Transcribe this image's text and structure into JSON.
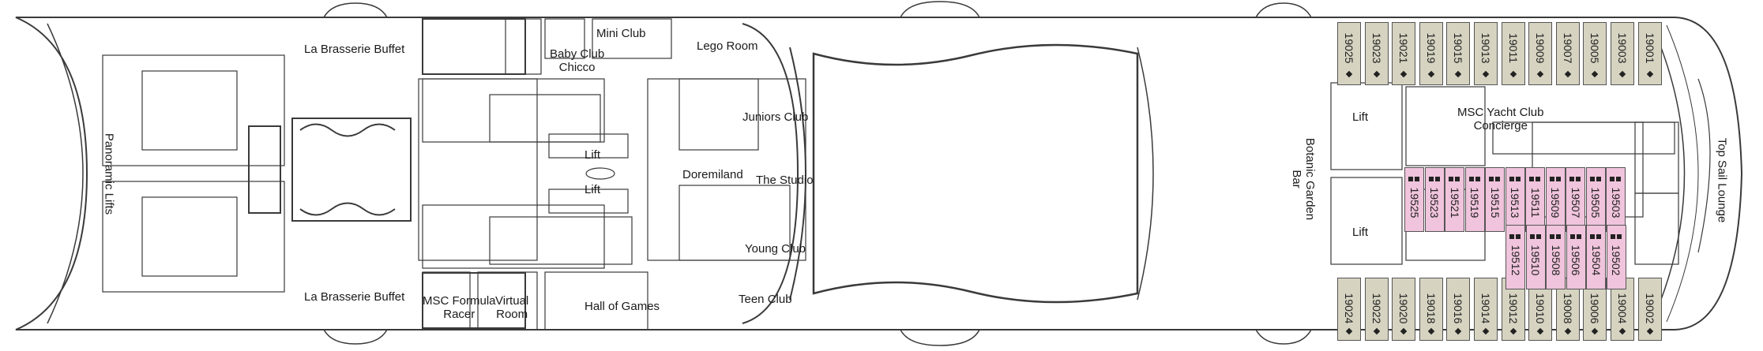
{
  "deck_plan": {
    "labels": {
      "la_brasserie_buffet_top": "La Brasserie Buffet",
      "la_brasserie_buffet_bottom": "La Brasserie Buffet",
      "panoramic_lifts": "Panoramic Lifts",
      "mini_club": "Mini Club",
      "baby_club_chicco": "Baby Club\nChicco",
      "lego_room": "Lego Room",
      "lift_upper_mid": "Lift",
      "lift_lower_mid": "Lift",
      "doremiland": "Doremiland",
      "juniors_club": "Juniors Club",
      "the_studio": "The Studio",
      "young_club": "Young Club",
      "teen_club": "Teen Club",
      "msc_formula_racer": "MSC Formula\nRacer",
      "virtual_room": "Virtual\nRoom",
      "hall_of_games": "Hall of Games",
      "botanic_garden_bar": "Botanic Garden\nBar",
      "lift_fwd_upper": "Lift",
      "lift_fwd_lower": "Lift",
      "msc_yacht_club_concierge": "MSC Yacht Club\nConcierge",
      "top_sail_lounge": "Top Sail Lounge"
    },
    "cabins_top": [
      "19025",
      "19023",
      "19021",
      "19019",
      "19015",
      "19013",
      "19011",
      "19009",
      "19007",
      "19005",
      "19003",
      "19001"
    ],
    "cabins_bottom": [
      "19024",
      "19022",
      "19020",
      "19018",
      "19016",
      "19014",
      "19012",
      "19010",
      "19008",
      "19006",
      "19004",
      "19002"
    ],
    "suites_row1": [
      "19525",
      "19523",
      "19521",
      "19519",
      "19515",
      "19513",
      "19511",
      "19509",
      "19507",
      "19505",
      "19503"
    ],
    "suites_row2": [
      "19512",
      "19510",
      "19508",
      "19506",
      "19504",
      "19502"
    ],
    "colors": {
      "cabin_fill": "#d6d3c1",
      "yacht_club_fill": "#f0c4dc",
      "line": "#3a3a3a"
    }
  }
}
